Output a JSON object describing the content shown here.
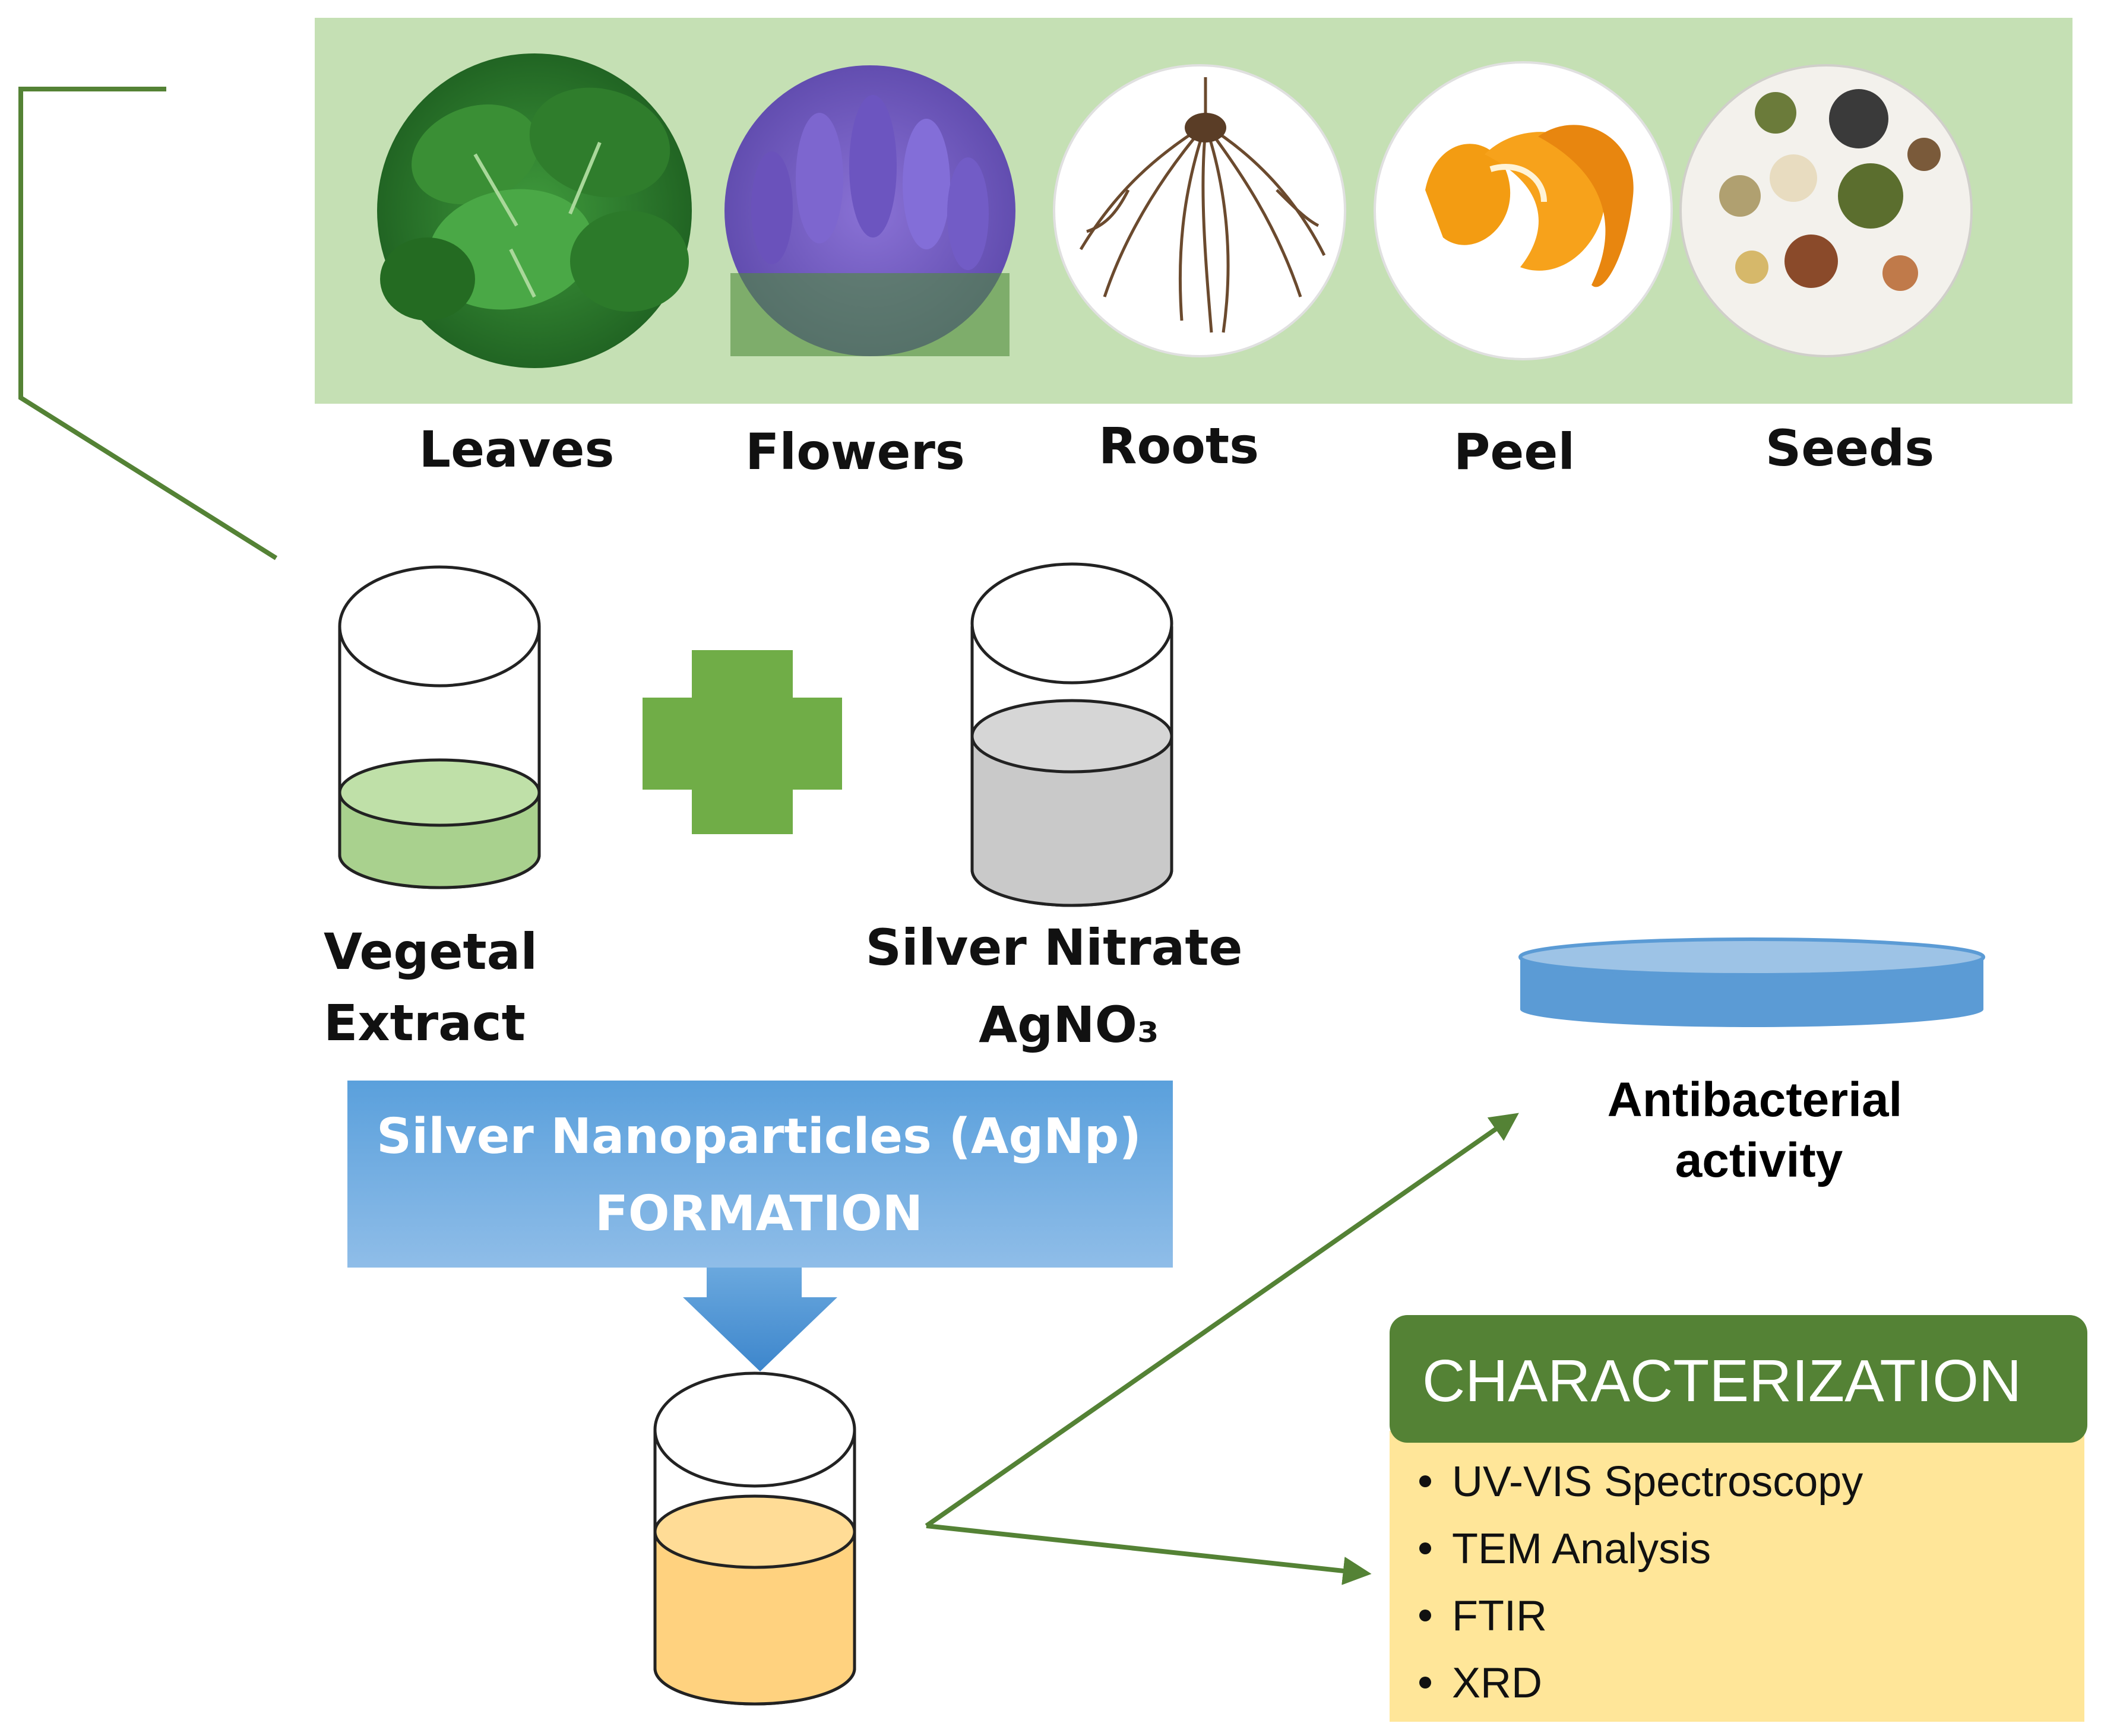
{
  "sources": {
    "leaves": "Leaves",
    "flowers": "Flowers",
    "roots": "Roots",
    "peel": "Peel",
    "seeds": "Seeds"
  },
  "reagents": {
    "extract_line1": "Vegetal",
    "extract_line2": "Extract",
    "nitrate_line1": "Silver Nitrate",
    "nitrate_line2": "AgNO₃"
  },
  "formation": {
    "line1": "Silver Nanoparticles  (AgNp)",
    "line2": "FORMATION"
  },
  "antibacterial": {
    "line1": "Antibacterial",
    "line2": "activity"
  },
  "characterization": {
    "title": "CHARACTERIZATION",
    "items": [
      "UV-VIS Spectroscopy",
      "TEM Analysis",
      "FTIR",
      "XRD"
    ]
  },
  "colors": {
    "banner_green": "#c5e0b4",
    "dark_green": "#548235",
    "plus_green": "#70ad47",
    "formation_blue": "#5b9bd5",
    "dish_blue": "#5b9bd5",
    "char_yellow": "#ffe699",
    "extract_green": "#a9d18e",
    "nitrate_gray": "#c9c9c9",
    "product_orange": "#ffd27f"
  }
}
